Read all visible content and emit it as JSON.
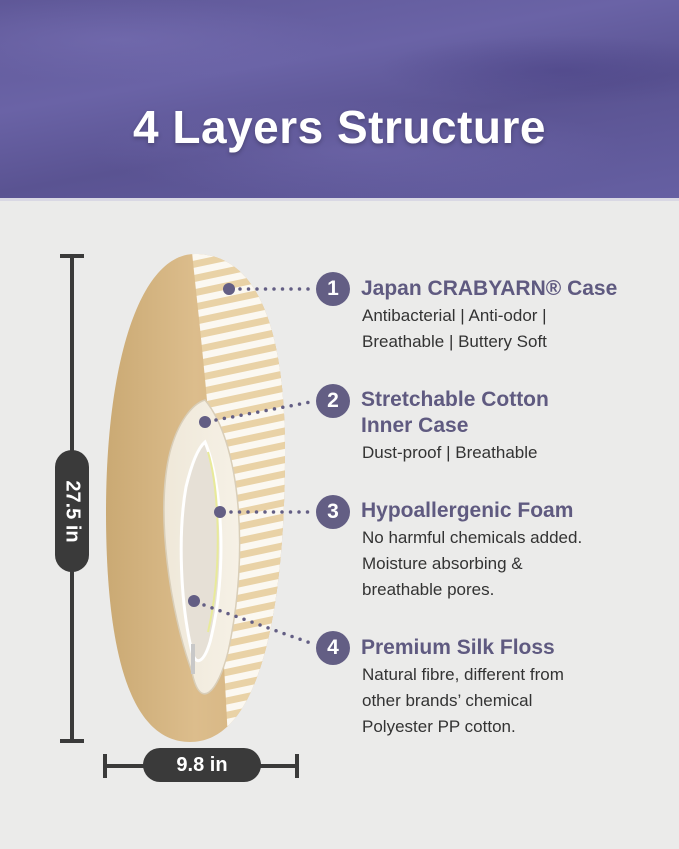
{
  "header": {
    "title": "4 Layers Structure",
    "background_color": "#625b9d"
  },
  "dimensions": {
    "height_label": "27.5 in",
    "width_label": "9.8 in",
    "line_color": "#3a3a3a"
  },
  "callouts": [
    {
      "number": "1",
      "title_lines": [
        "Japan CRABYARN® Case"
      ],
      "desc_lines": [
        "Antibacterial | Anti-odor |",
        "Breathable | Buttery Soft"
      ]
    },
    {
      "number": "2",
      "title_lines": [
        "Stretchable Cotton",
        "Inner Case"
      ],
      "desc_lines": [
        "Dust-proof | Breathable"
      ]
    },
    {
      "number": "3",
      "title_lines": [
        "Hypoallergenic Foam"
      ],
      "desc_lines": [
        "No harmful chemicals added.",
        "Moisture absorbing &",
        "breathable pores."
      ]
    },
    {
      "number": "4",
      "title_lines": [
        "Premium Silk Floss"
      ],
      "desc_lines": [
        "Natural fibre, different from",
        "other brands’ chemical",
        "Polyester PP cotton."
      ]
    }
  ],
  "colors": {
    "accent": "#635e84",
    "title_text": "#5f5a80",
    "body_text": "#333333",
    "page_background": "#ebebea",
    "pillow_tan": "#d8b886",
    "pillow_stripe": "#e9d2a6"
  }
}
